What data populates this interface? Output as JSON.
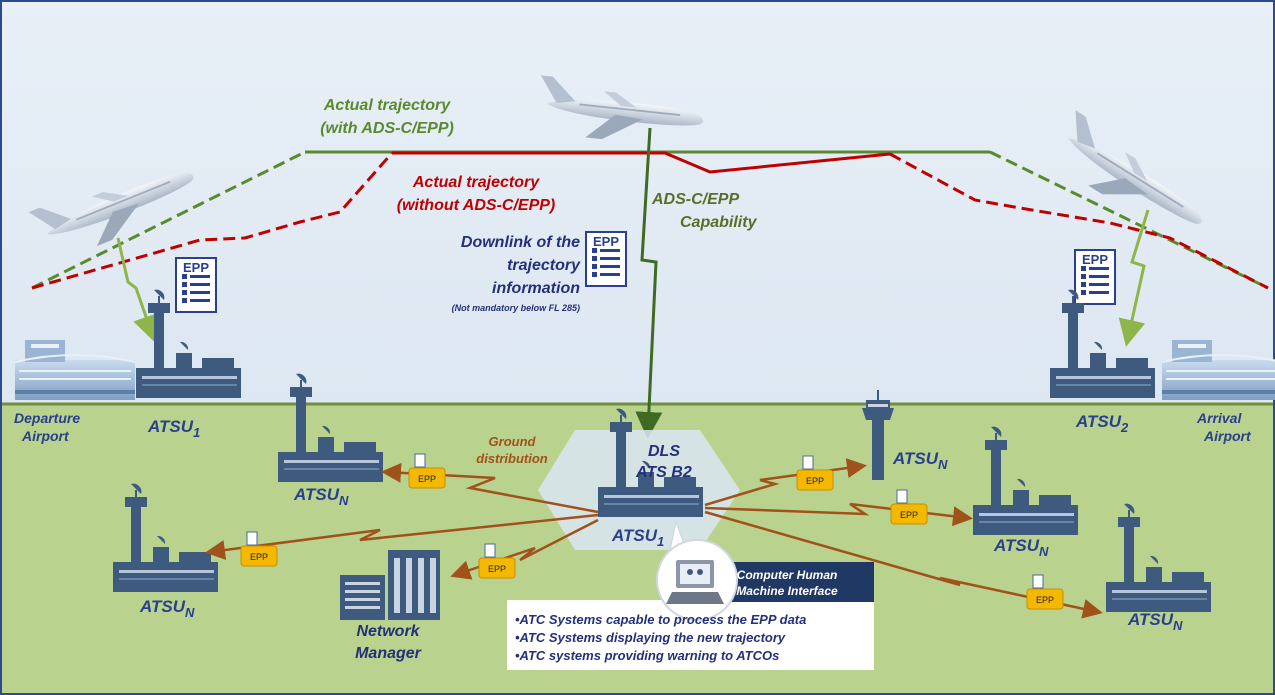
{
  "trajectories": {
    "with_epp_line1": "Actual trajectory",
    "with_epp_line2": "(with ADS-C/EPP)",
    "without_epp_line1": "Actual trajectory",
    "without_epp_line2": "(without ADS-C/EPP)"
  },
  "capability": {
    "line1": "ADS-C/EPP",
    "line2": "Capability"
  },
  "downlink": {
    "line1": "Downlink of the",
    "line2": "trajectory",
    "line3": "information",
    "note": "(Not mandatory below FL 285)"
  },
  "doc_label": "EPP",
  "package_label": "EPP",
  "airports": {
    "departure_line1": "Departure",
    "departure_line2": "Airport",
    "arrival_line1": "Arrival",
    "arrival_line2": "Airport"
  },
  "atsu": {
    "base": "ATSU",
    "sub_1": "1",
    "sub_2": "2",
    "sub_n": "N"
  },
  "ground_distribution": {
    "line1": "Ground",
    "line2": "distribution"
  },
  "dls": {
    "line1": "DLS",
    "line2": "ATS B2"
  },
  "network_manager": {
    "line1": "Network",
    "line2": "Manager"
  },
  "hmi": {
    "line1": "Computer Human",
    "line2": "Machine Interface"
  },
  "atc_bullets": [
    "•ATC Systems capable to process the EPP data",
    "•ATC Systems displaying the new trajectory",
    "•ATC systems providing warning to ATCOs"
  ],
  "colors": {
    "sky": "#e3ecf5",
    "ground": "#b9d28e",
    "border": "#2e4a88",
    "green_line": "#5a8a2e",
    "red_line": "#c00000",
    "link_brown": "#a0521a",
    "package": "#f5b800",
    "text_blue": "#2a3f8f"
  }
}
